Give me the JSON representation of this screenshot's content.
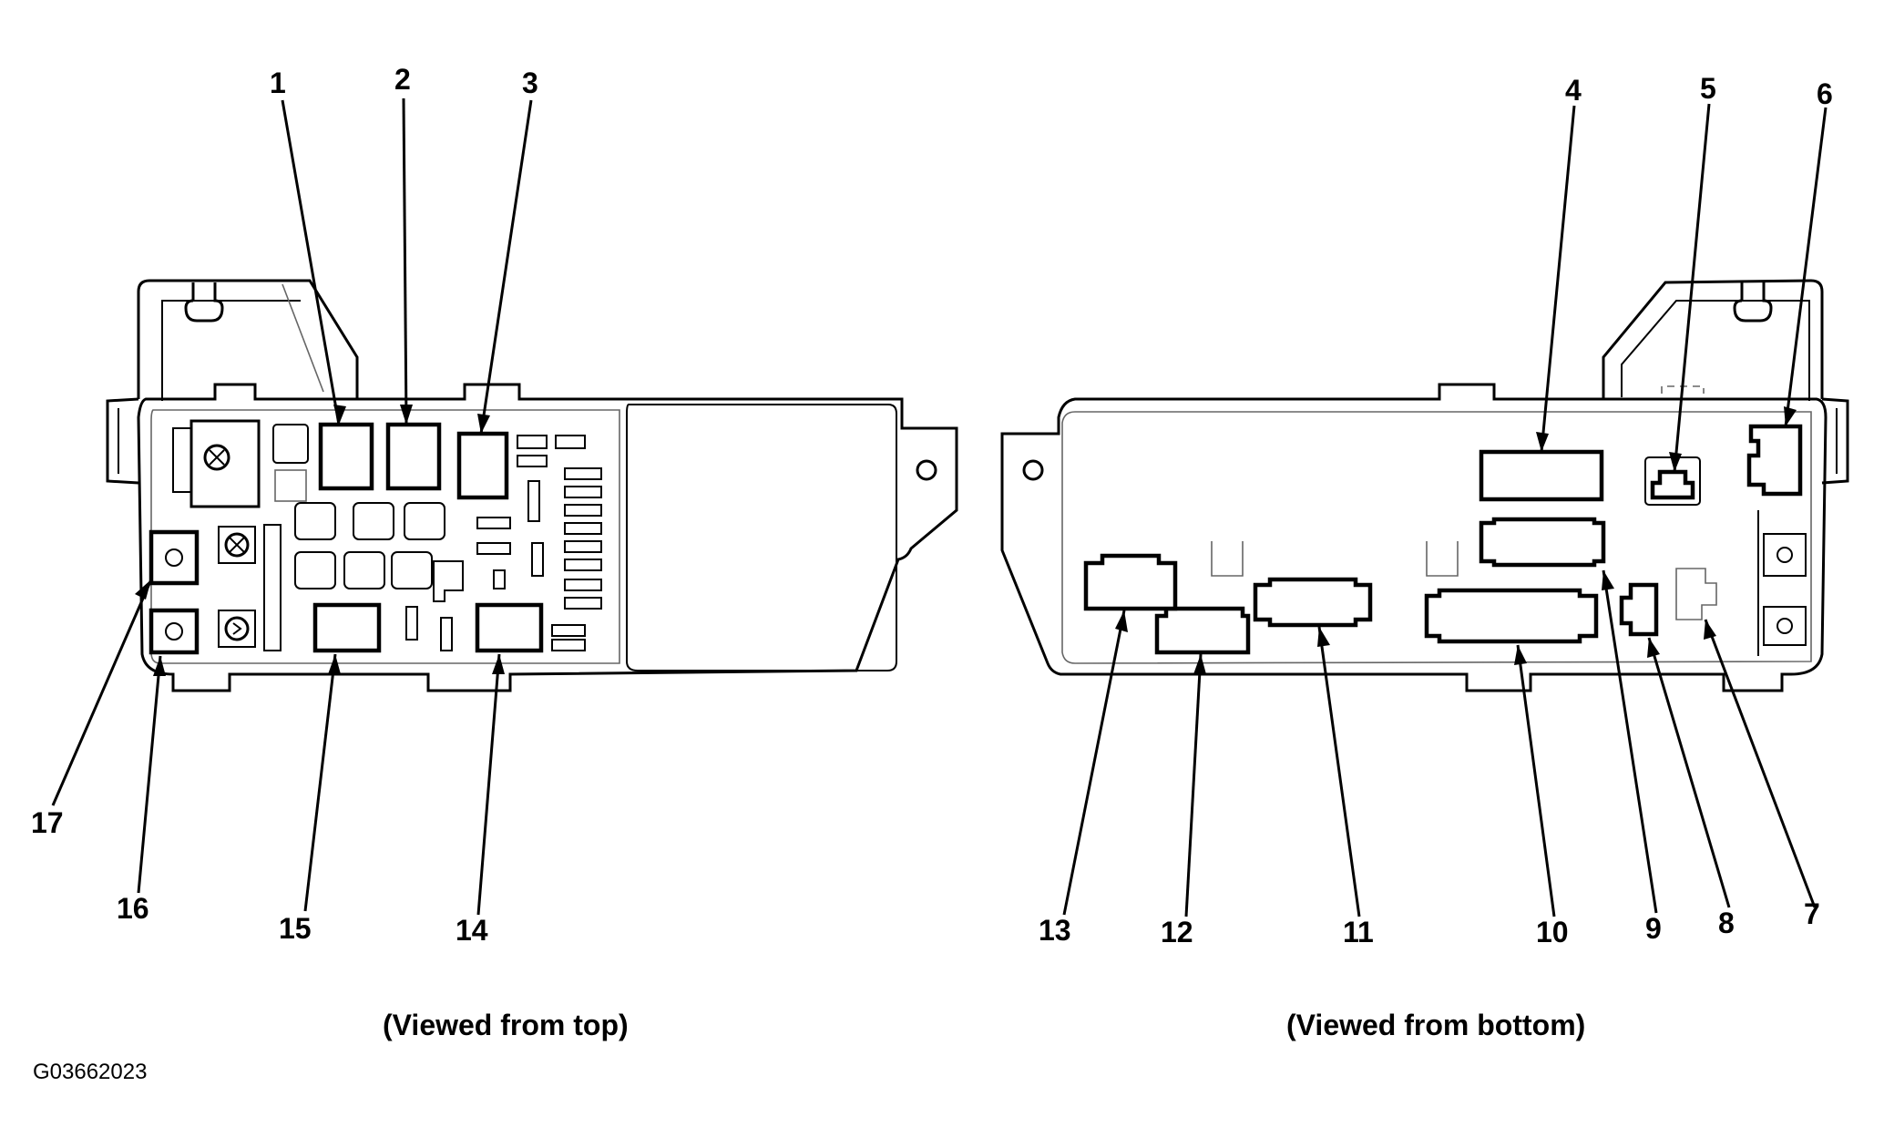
{
  "figure": {
    "figure_code": "G03662023"
  },
  "views": [
    {
      "id": "top",
      "caption": "(Viewed from top)",
      "callouts": [
        {
          "label": "1"
        },
        {
          "label": "2"
        },
        {
          "label": "3"
        },
        {
          "label": "14"
        },
        {
          "label": "15"
        },
        {
          "label": "16"
        },
        {
          "label": "17"
        }
      ]
    },
    {
      "id": "bottom",
      "caption": "(Viewed from bottom)",
      "callouts": [
        {
          "label": "4"
        },
        {
          "label": "5"
        },
        {
          "label": "6"
        },
        {
          "label": "7"
        },
        {
          "label": "8"
        },
        {
          "label": "9"
        },
        {
          "label": "10"
        },
        {
          "label": "11"
        },
        {
          "label": "12"
        },
        {
          "label": "13"
        }
      ]
    }
  ]
}
